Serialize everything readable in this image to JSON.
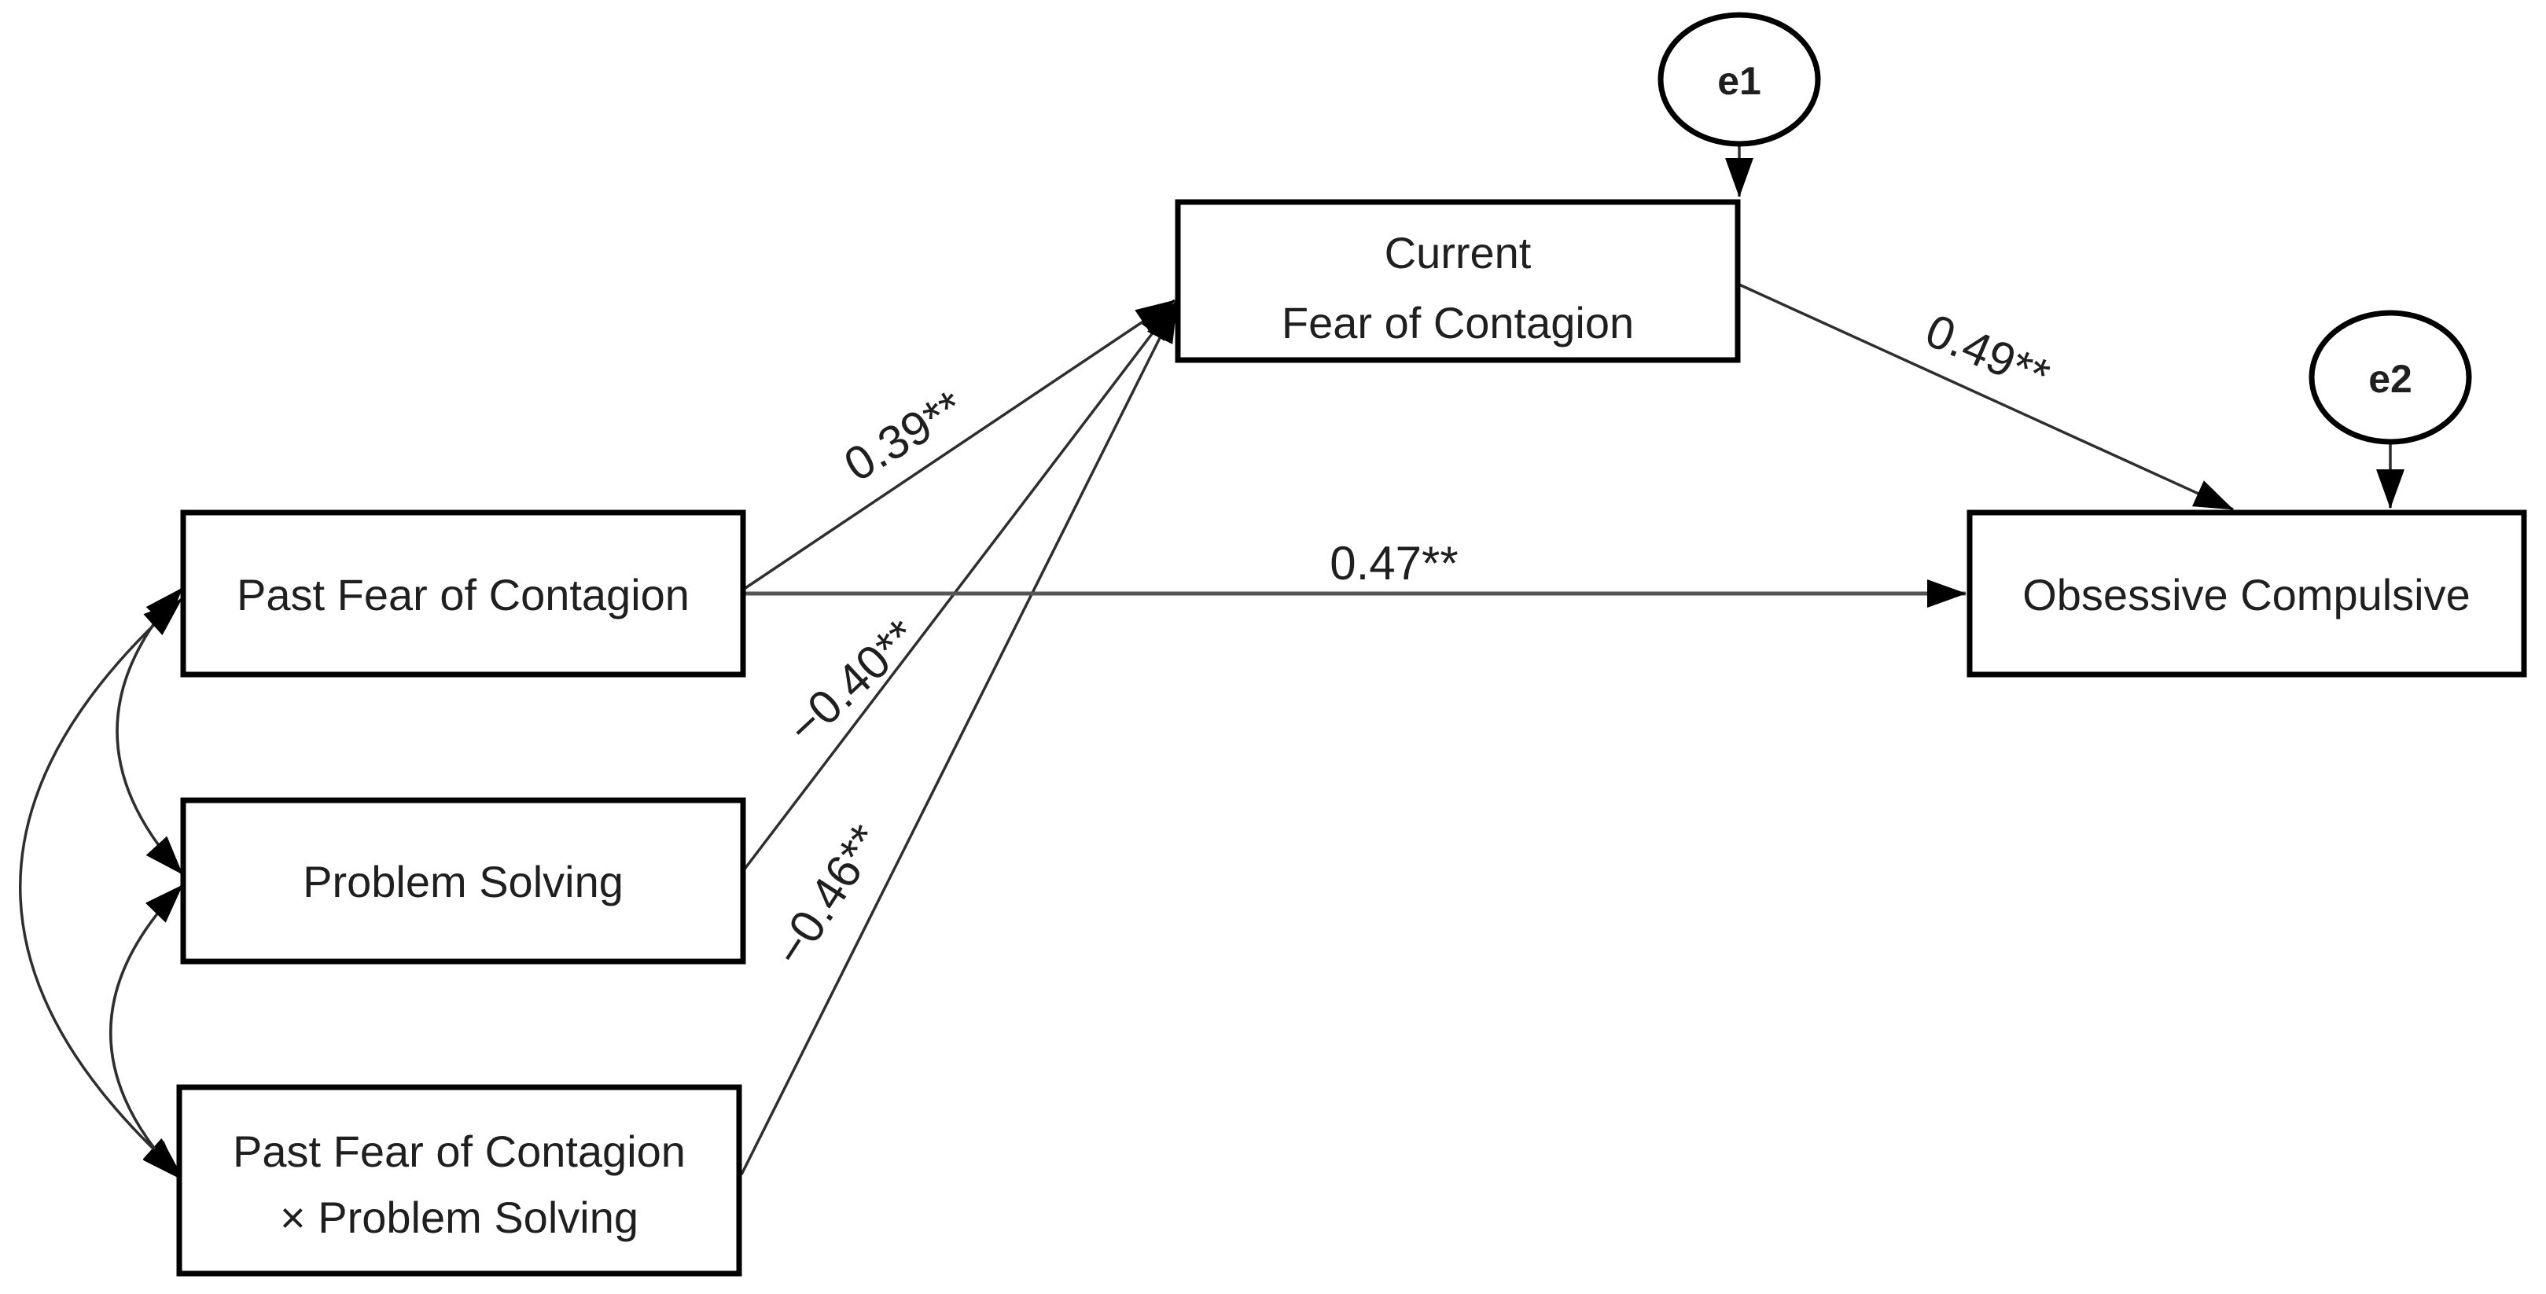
{
  "diagram": {
    "type": "structural-path-model",
    "nodes": {
      "past_fear_of_contagion": {
        "label": "Past Fear of Contagion"
      },
      "problem_solving": {
        "label": "Problem Solving"
      },
      "interaction": {
        "line1": "Past Fear of Contagion",
        "line2": "× Problem Solving"
      },
      "current_fear_of_contagion": {
        "line1": "Current",
        "line2": "Fear of Contagion"
      },
      "obsessive_compulsive": {
        "label": "Obsessive Compulsive"
      },
      "error1": {
        "label": "e1"
      },
      "error2": {
        "label": "e2"
      }
    },
    "path_coefficients": {
      "past_fear_to_current_fear": "0.39**",
      "problem_solving_to_current_fear": "−0.40**",
      "interaction_to_current_fear": "−0.46**",
      "past_fear_to_obsessive_compulsive": "0.47**",
      "current_fear_to_obsessive_compulsive": "0.49**"
    },
    "colors": {
      "background": "#ffffff",
      "box_border": "#000000",
      "thin_line": "#2e2e2e",
      "direct_path_line": "#555555",
      "text": "#1f1f1f"
    }
  }
}
